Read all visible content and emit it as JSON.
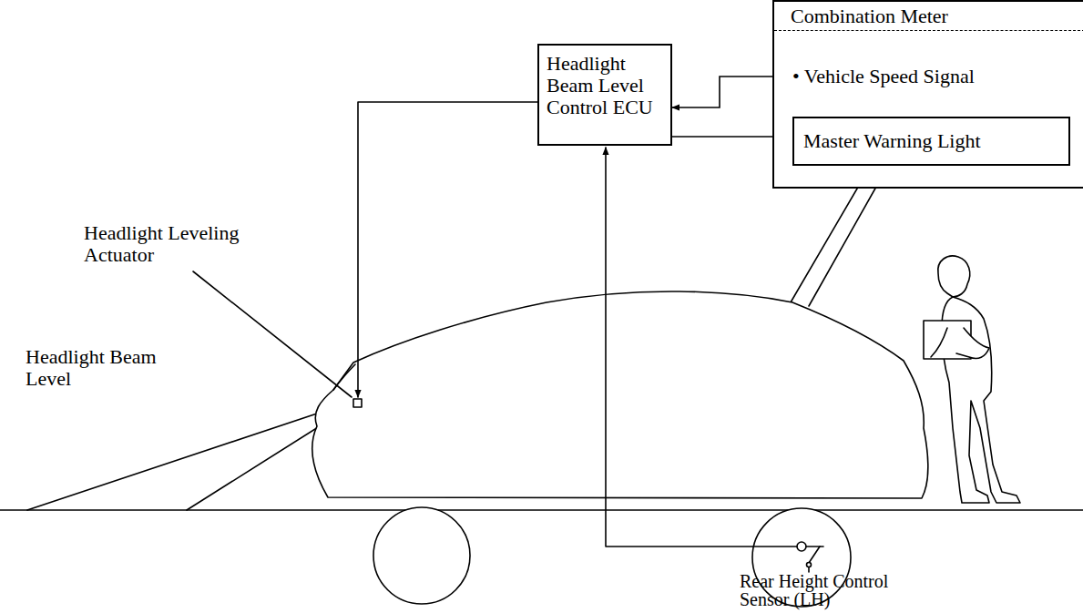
{
  "diagram": {
    "nodes": [
      {
        "text": [
          "Headlight Beam Level Control ECU"
        ]
      },
      {
        "text": [
          "Combination Meter",
          "• Vehicle Speed Signal"
        ]
      },
      {
        "text": [
          "Master Warning Light"
        ],
        "in": 1
      }
    ],
    "edges": [
      {
        "from": 1,
        "to": 0,
        "arrow": "to"
      },
      {
        "from": 0,
        "to": 2,
        "arrow": "to"
      }
    ],
    "labels": [
      "Headlight Leveling Actuator",
      "Headlight Beam Level",
      "Rear Height Control Sensor (LH)"
    ]
  }
}
